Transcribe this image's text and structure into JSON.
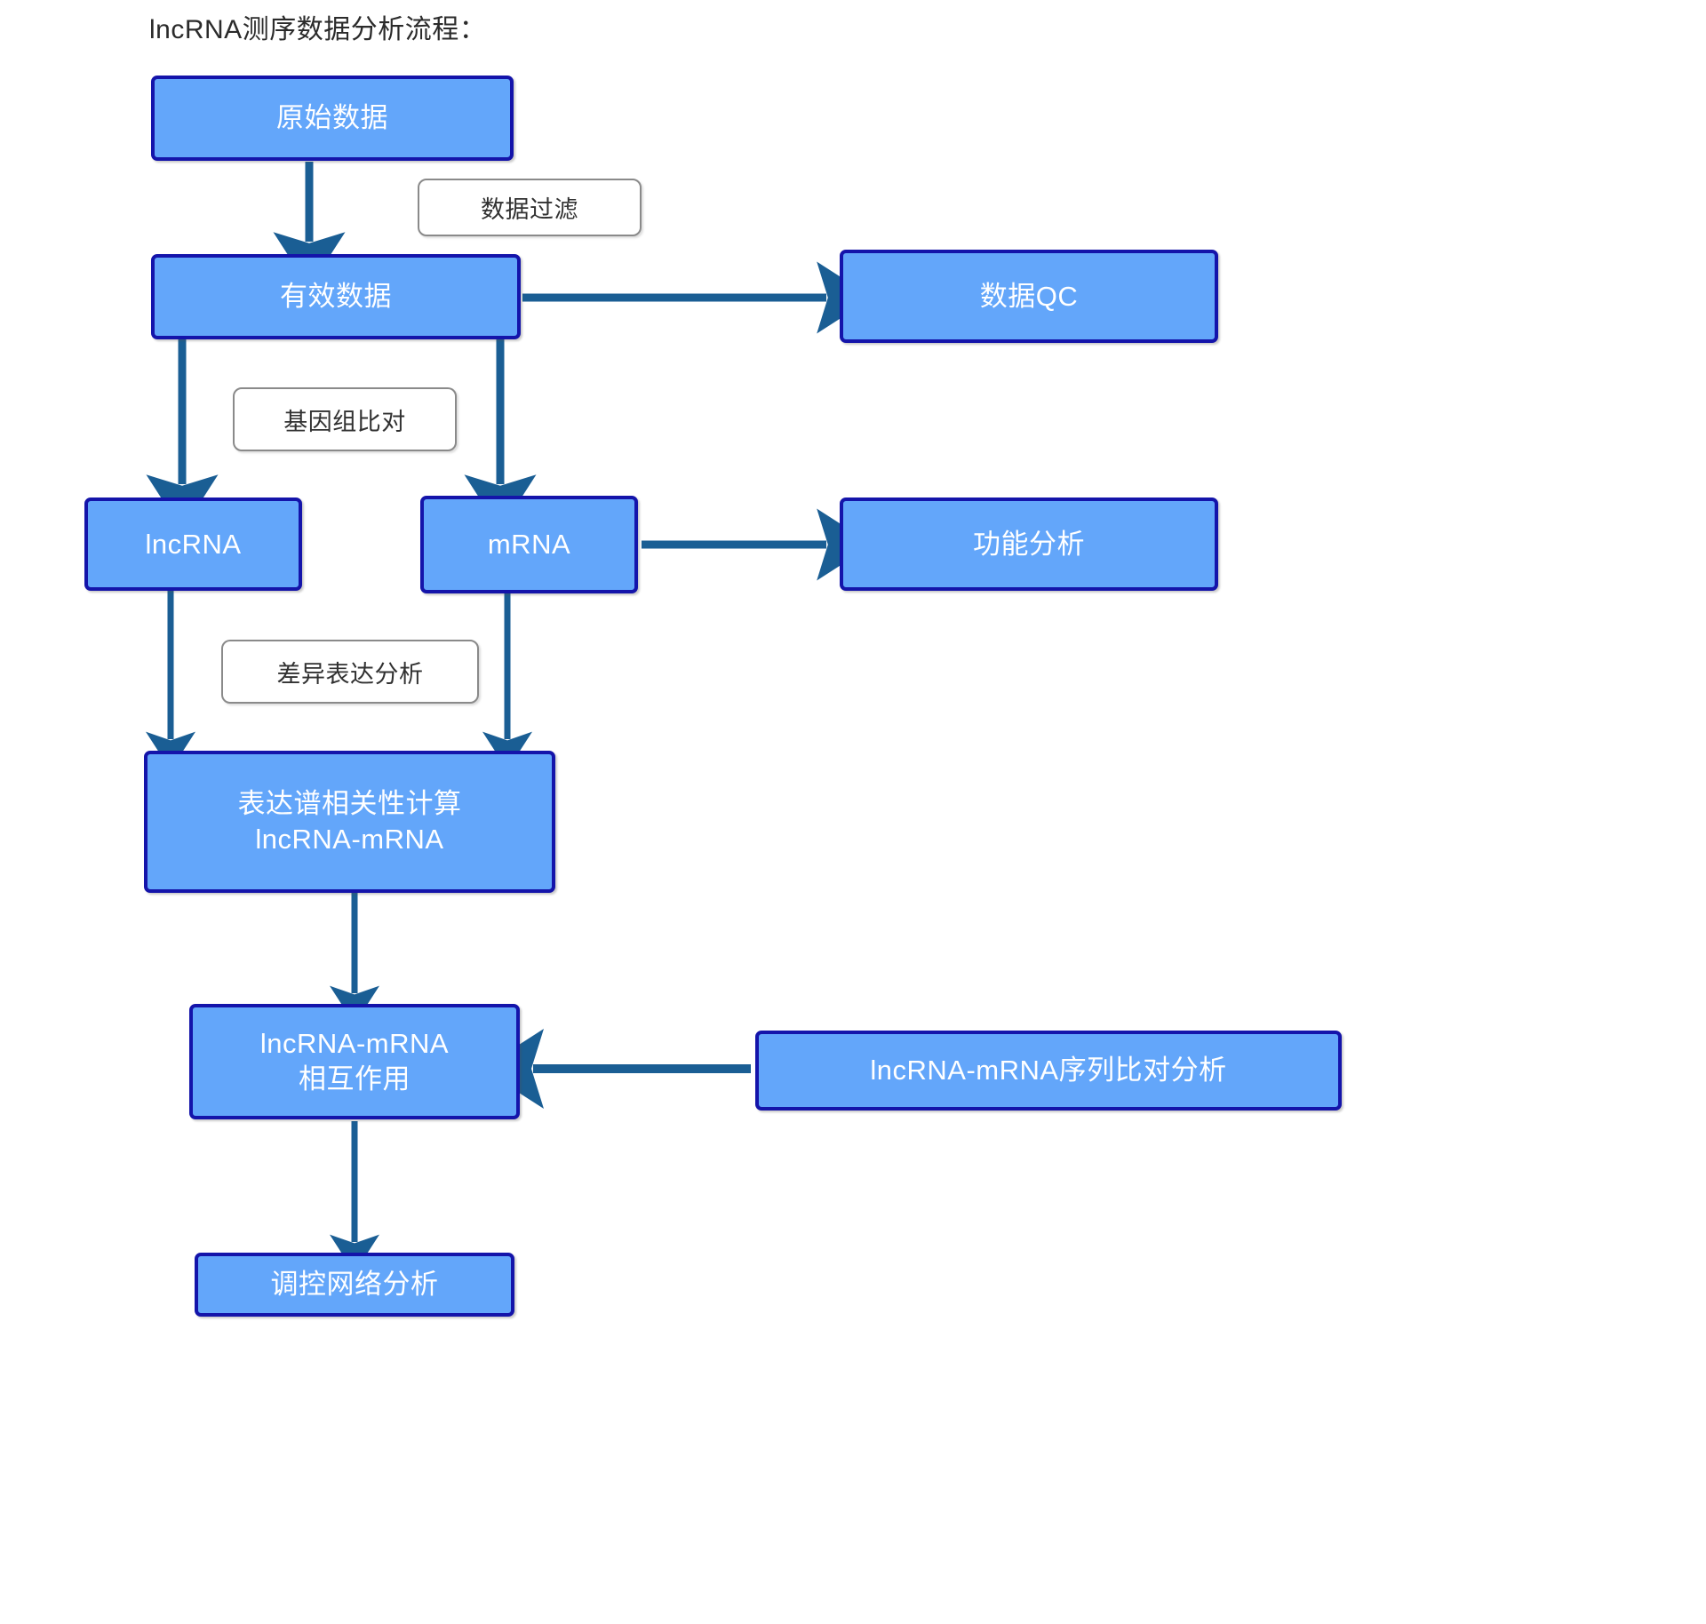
{
  "diagram": {
    "title": "lncRNA测序数据分析流程：",
    "type": "flowchart",
    "background_color": "#ffffff",
    "node_fill_color": "#63a6fa",
    "node_border_color": "#1414aa",
    "node_text_color": "#ffffff",
    "label_fill_color": "#ffffff",
    "label_border_color": "#8a8a8a",
    "label_text_color": "#313131",
    "arrow_color": "#1a5e94"
  },
  "nodes": [
    {
      "id": "raw-data",
      "label": "原始数据"
    },
    {
      "id": "valid-data",
      "label": "有效数据"
    },
    {
      "id": "data-qc",
      "label": "数据QC"
    },
    {
      "id": "lncrna",
      "label": "lncRNA"
    },
    {
      "id": "mrna",
      "label": "mRNA"
    },
    {
      "id": "function-analysis",
      "label": "功能分析"
    },
    {
      "id": "correlation",
      "label": "表达谱相关性计算\nlncRNA-mRNA"
    },
    {
      "id": "interaction",
      "label": "lncRNA-mRNA\n相互作用"
    },
    {
      "id": "sequence-alignment",
      "label": "lncRNA-mRNA序列比对分析"
    },
    {
      "id": "network-analysis",
      "label": "调控网络分析"
    }
  ],
  "edge_labels": [
    {
      "id": "data-filter",
      "label": "数据过滤"
    },
    {
      "id": "genome-alignment",
      "label": "基因组比对"
    },
    {
      "id": "differential-expression",
      "label": "差异表达分析"
    }
  ],
  "edges": [
    {
      "from": "raw-data",
      "to": "valid-data",
      "label": "数据过滤"
    },
    {
      "from": "valid-data",
      "to": "data-qc",
      "label": ""
    },
    {
      "from": "valid-data",
      "to": "lncrna",
      "label": "基因组比对"
    },
    {
      "from": "valid-data",
      "to": "mrna",
      "label": "基因组比对"
    },
    {
      "from": "mrna",
      "to": "function-analysis",
      "label": ""
    },
    {
      "from": "lncrna",
      "to": "correlation",
      "label": "差异表达分析"
    },
    {
      "from": "mrna",
      "to": "correlation",
      "label": "差异表达分析"
    },
    {
      "from": "correlation",
      "to": "interaction",
      "label": ""
    },
    {
      "from": "sequence-alignment",
      "to": "interaction",
      "label": ""
    },
    {
      "from": "interaction",
      "to": "network-analysis",
      "label": ""
    }
  ]
}
